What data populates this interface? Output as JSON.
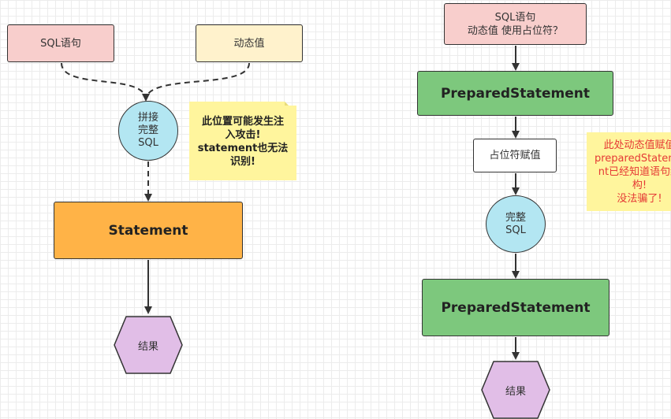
{
  "left": {
    "sql_box": "SQL语句",
    "value_box": "动态值",
    "concat_circle": [
      "拼接",
      "完整",
      "SQL"
    ],
    "warning_note": [
      "此位置可能发生注",
      "入攻击!",
      "statement也无法",
      "识别!"
    ],
    "statement_box": "Statement",
    "result_hex": "结果"
  },
  "right": {
    "sql_box": [
      "SQL语句",
      "动态值 使用占位符？"
    ],
    "prepared_box_1": "PreparedStatement",
    "assign_box": "占位符赋值",
    "complete_circle": [
      "完整",
      "SQL"
    ],
    "prepared_box_2": "PreparedStatement",
    "result_hex": "结果",
    "safe_note": [
      "此处动态值赋值",
      "preparedStateme",
      "nt已经知道语句结",
      "构!",
      "没法骗了!"
    ]
  },
  "colors": {
    "sql_box_fill": "#f8cecc",
    "value_box_fill": "#fff2cc",
    "statement_fill": "#ffb347",
    "prepared_fill": "#7dc87d",
    "circle_fill": "#b3e6f2",
    "hex_fill": "#e1bee7",
    "note_fill": "#fff59d",
    "warning_text": "#e53935"
  }
}
